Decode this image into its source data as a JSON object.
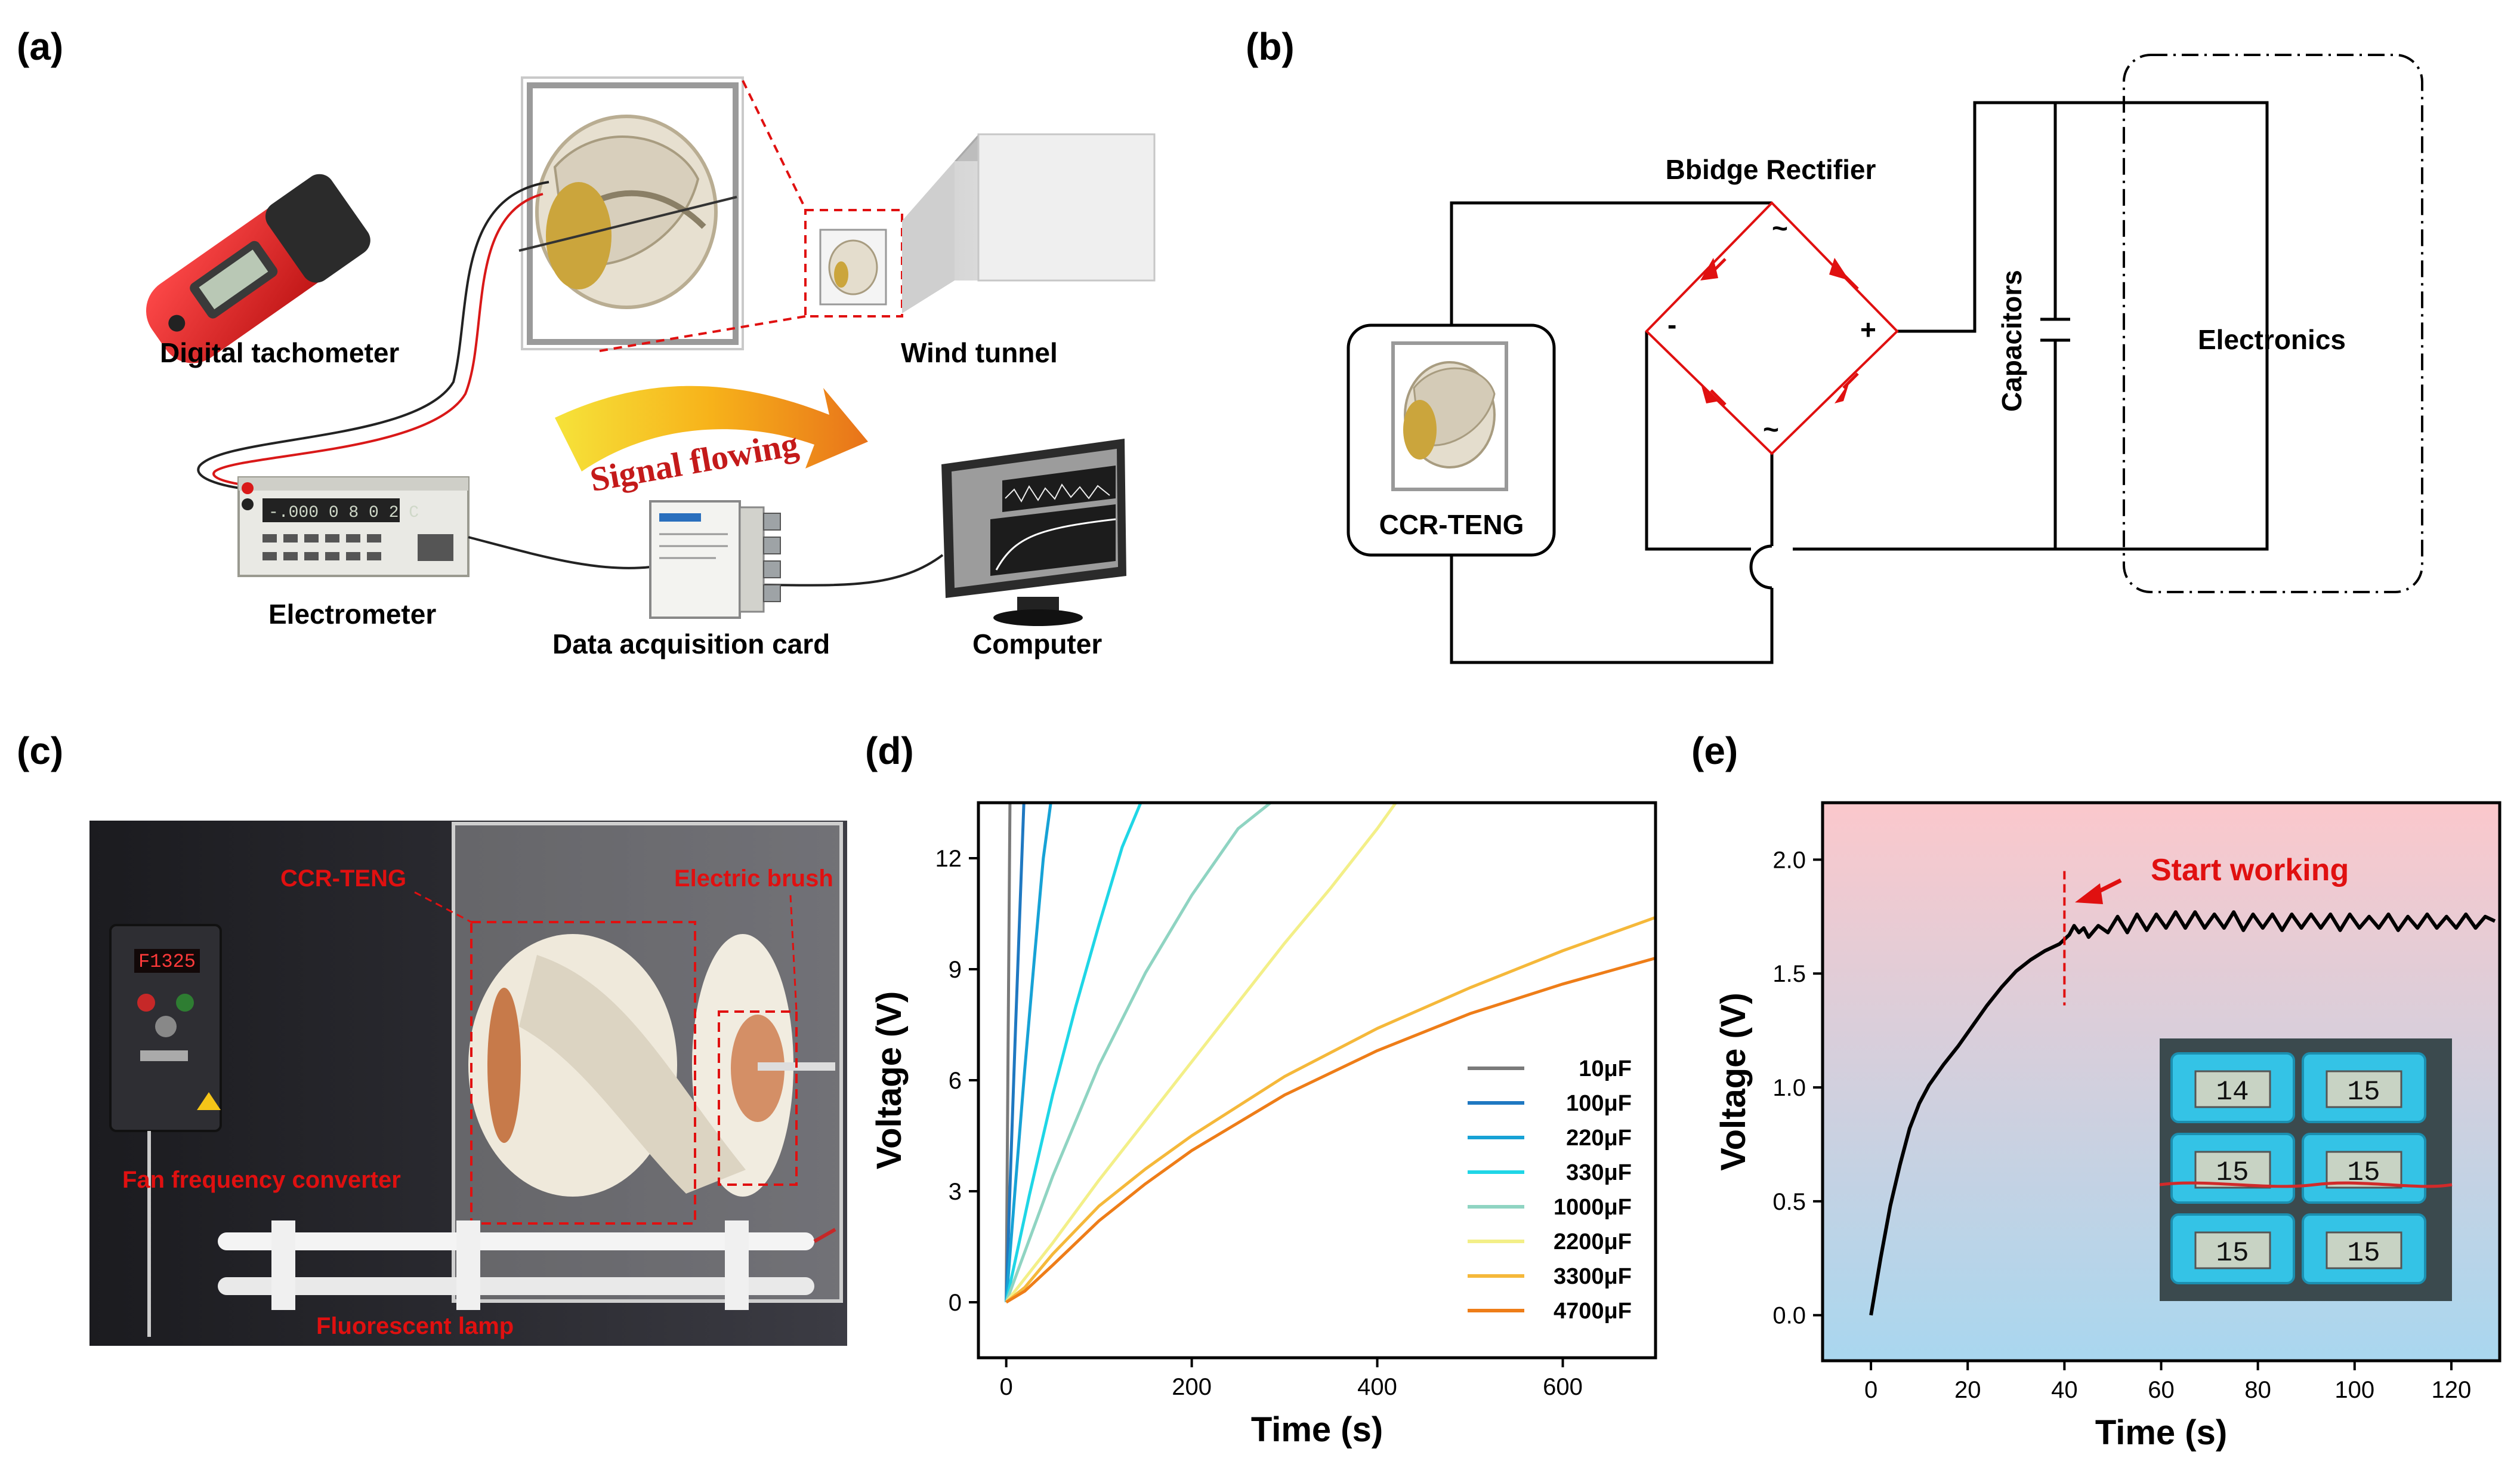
{
  "panels": {
    "a": {
      "label": "(a)",
      "items": {
        "digital_tachometer": "Digital tachometer",
        "wind_tunnel": "Wind tunnel",
        "signal_flowing": "Signal flowing",
        "electrometer": "Electrometer",
        "daq_card": "Data acquisition card",
        "computer": "Computer"
      }
    },
    "b": {
      "label": "(b)",
      "bridge_title": "Bbidge Rectifier",
      "device": "CCR-TENG",
      "capacitors": "Capacitors",
      "electronics": "Electronics",
      "minus": "-",
      "plus": "+",
      "ac_top": "~",
      "ac_bottom": "~"
    },
    "c": {
      "label": "(c)",
      "ccr_teng": "CCR-TENG",
      "electric_brush": "Electric brush",
      "fan_converter": "Fan frequency converter",
      "fluorescent_lamp": "Fluorescent lamp",
      "converter_display": "F1325"
    },
    "d": {
      "label": "(d)"
    },
    "e": {
      "label": "(e)",
      "annotation": "Start working",
      "thermometer_readings": [
        "14",
        "15",
        "15",
        "15",
        "15",
        "15"
      ]
    }
  },
  "chart_data": [
    {
      "id": "d",
      "type": "line",
      "xlabel": "Time (s)",
      "ylabel": "Voltage (V)",
      "xlim": [
        -30,
        700
      ],
      "ylim": [
        -1.5,
        13.5
      ],
      "xticks": [
        0,
        200,
        400,
        600
      ],
      "yticks": [
        0,
        3,
        6,
        9,
        12
      ],
      "legend_position": "bottom-right",
      "series": [
        {
          "name": "10μF",
          "color": "#7a7a7a",
          "x": [
            0,
            2,
            4
          ],
          "y": [
            0,
            7,
            13.5
          ]
        },
        {
          "name": "100μF",
          "color": "#1f78c1",
          "x": [
            0,
            5,
            10,
            15,
            19
          ],
          "y": [
            0,
            3.8,
            7.4,
            10.8,
            13.5
          ]
        },
        {
          "name": "220μF",
          "color": "#17a2d6",
          "x": [
            0,
            10,
            20,
            30,
            40,
            48
          ],
          "y": [
            0,
            3.2,
            6.3,
            9.2,
            12,
            13.5
          ]
        },
        {
          "name": "330μF",
          "color": "#1fd6e6",
          "x": [
            0,
            25,
            50,
            75,
            100,
            125,
            145
          ],
          "y": [
            0,
            2.9,
            5.6,
            8.0,
            10.2,
            12.3,
            13.5
          ]
        },
        {
          "name": "1000μF",
          "color": "#8fd4c2",
          "x": [
            0,
            50,
            100,
            150,
            200,
            250,
            285
          ],
          "y": [
            0,
            3.4,
            6.4,
            8.9,
            11.0,
            12.8,
            13.5
          ]
        },
        {
          "name": "2200μF",
          "color": "#f3ef88",
          "x": [
            0,
            50,
            100,
            150,
            200,
            250,
            300,
            350,
            400,
            420
          ],
          "y": [
            0,
            1.6,
            3.3,
            4.9,
            6.5,
            8.1,
            9.7,
            11.2,
            12.8,
            13.5
          ]
        },
        {
          "name": "3300μF",
          "color": "#f5b83a",
          "x": [
            0,
            20,
            50,
            100,
            150,
            200,
            300,
            400,
            500,
            600,
            700
          ],
          "y": [
            0,
            0.4,
            1.3,
            2.6,
            3.6,
            4.5,
            6.1,
            7.4,
            8.5,
            9.5,
            10.4
          ]
        },
        {
          "name": "4700μF",
          "color": "#ee7d18",
          "x": [
            0,
            20,
            50,
            100,
            150,
            200,
            300,
            400,
            500,
            600,
            700
          ],
          "y": [
            0,
            0.3,
            1.0,
            2.2,
            3.2,
            4.1,
            5.6,
            6.8,
            7.8,
            8.6,
            9.3
          ]
        }
      ]
    },
    {
      "id": "e",
      "type": "line",
      "xlabel": "Time (s)",
      "ylabel": "Voltage (V)",
      "xlim": [
        -10,
        130
      ],
      "ylim": [
        -0.2,
        2.25
      ],
      "xticks": [
        0,
        20,
        40,
        60,
        80,
        100,
        120
      ],
      "yticks": [
        0.0,
        0.5,
        1.0,
        1.5,
        2.0
      ],
      "start_working_x": 40,
      "background_gradient": [
        "#fbc8cc",
        "#a9d7ef"
      ],
      "series": [
        {
          "name": "",
          "color": "#000000",
          "x": [
            0,
            2,
            4,
            6,
            8,
            10,
            12,
            15,
            18,
            21,
            24,
            27,
            30,
            33,
            36,
            39,
            41,
            42,
            43,
            44,
            45,
            47,
            49,
            51,
            53,
            55,
            57,
            59,
            61,
            63,
            65,
            67,
            69,
            71,
            73,
            75,
            77,
            79,
            81,
            83,
            85,
            87,
            89,
            91,
            93,
            95,
            97,
            99,
            101,
            103,
            105,
            107,
            109,
            111,
            113,
            115,
            117,
            119,
            121,
            123,
            125,
            127,
            129
          ],
          "y": [
            0,
            0.25,
            0.48,
            0.66,
            0.82,
            0.93,
            1.01,
            1.1,
            1.18,
            1.27,
            1.36,
            1.44,
            1.51,
            1.56,
            1.6,
            1.63,
            1.67,
            1.71,
            1.68,
            1.7,
            1.66,
            1.71,
            1.68,
            1.75,
            1.68,
            1.76,
            1.69,
            1.76,
            1.7,
            1.77,
            1.7,
            1.77,
            1.7,
            1.76,
            1.7,
            1.77,
            1.69,
            1.76,
            1.7,
            1.76,
            1.69,
            1.76,
            1.7,
            1.76,
            1.7,
            1.76,
            1.69,
            1.76,
            1.7,
            1.75,
            1.7,
            1.76,
            1.69,
            1.75,
            1.7,
            1.76,
            1.7,
            1.75,
            1.7,
            1.76,
            1.7,
            1.75,
            1.73
          ]
        }
      ]
    }
  ]
}
